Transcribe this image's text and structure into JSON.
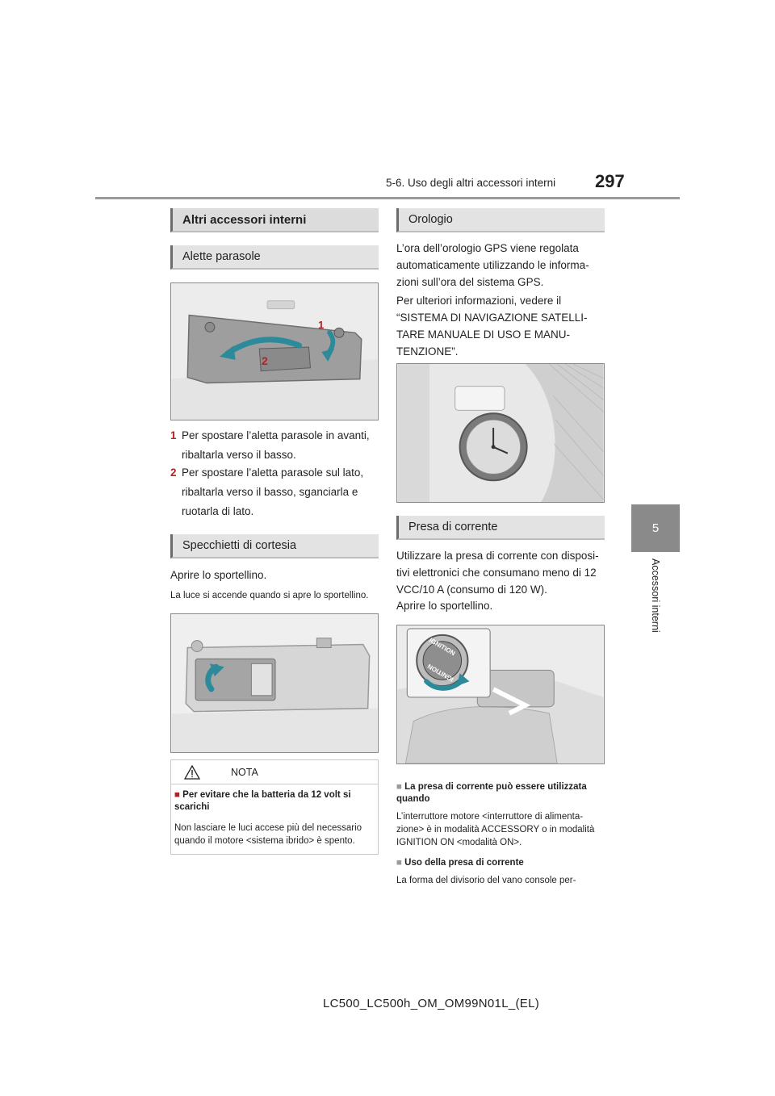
{
  "header": {
    "section": "5-6. Uso degli altri accessori interni",
    "page_number": "297"
  },
  "side_tab": {
    "chapter": "5",
    "label": "Accessori interni"
  },
  "left": {
    "main_heading": "Altri accessori interni",
    "sunvisor": {
      "heading": "Alette parasole",
      "fig_label_1": "1",
      "fig_label_2": "2",
      "steps": [
        {
          "num": "1",
          "line1": "Per spostare l’aletta parasole in avanti,",
          "line2": "ribaltarla verso il basso."
        },
        {
          "num": "2",
          "line1": "Per spostare l’aletta parasole sul lato,",
          "line2": "ribaltarla verso il basso, sganciarla e",
          "line3": "ruotarla di lato."
        }
      ]
    },
    "mirrors": {
      "heading": "Specchietti di cortesia",
      "text": "Aprire lo sportellino.",
      "note": "La luce si accende quando si apre lo sportellino."
    },
    "nota": {
      "title": "NOTA",
      "bullet": "Per evitare che la batteria da 12 volt si scarichi",
      "text": "Non lasciare le luci accese più del necessario quando il motore <sistema ibrido> è spento."
    }
  },
  "right": {
    "clock": {
      "heading": "Orologio",
      "para1": "L’ora dell’orologio GPS viene regolata automaticamente utilizzando le informa-zioni sull’ora del sistema GPS.",
      "para2": "Per ulteriori informazioni, vedere il “SISTEMA DI NAVIGAZIONE SATELLI-TARE MANUALE DI USO E MANU-TENZIONE”."
    },
    "power_outlet": {
      "heading": "Presa di corrente",
      "para1": "Utilizzare la presa di corrente con disposi-tivi elettronici che consumano meno di 12 VCC/10 A (consumo di 120 W).",
      "para2": "Aprire lo sportellino.",
      "cap_text_1": "IGNITION",
      "cap_text_2": "IGNITION",
      "sub1_heading": "La presa di corrente può essere utilizzata quando",
      "sub1_text": "L’interruttore motore <interruttore di alimenta-zione> è in modalità ACCESSORY o in modalità IGNITION ON <modalità ON>.",
      "sub2_heading": "Uso della presa di corrente",
      "sub2_text": "La forma del divisorio del vano console per-"
    }
  },
  "footer": {
    "code": "LC500_LC500h_OM_OM99N01L_(EL)"
  },
  "colors": {
    "accent_red": "#b52226",
    "bar_gray": "#e3e3e3",
    "tab_gray": "#8a8a8a"
  }
}
